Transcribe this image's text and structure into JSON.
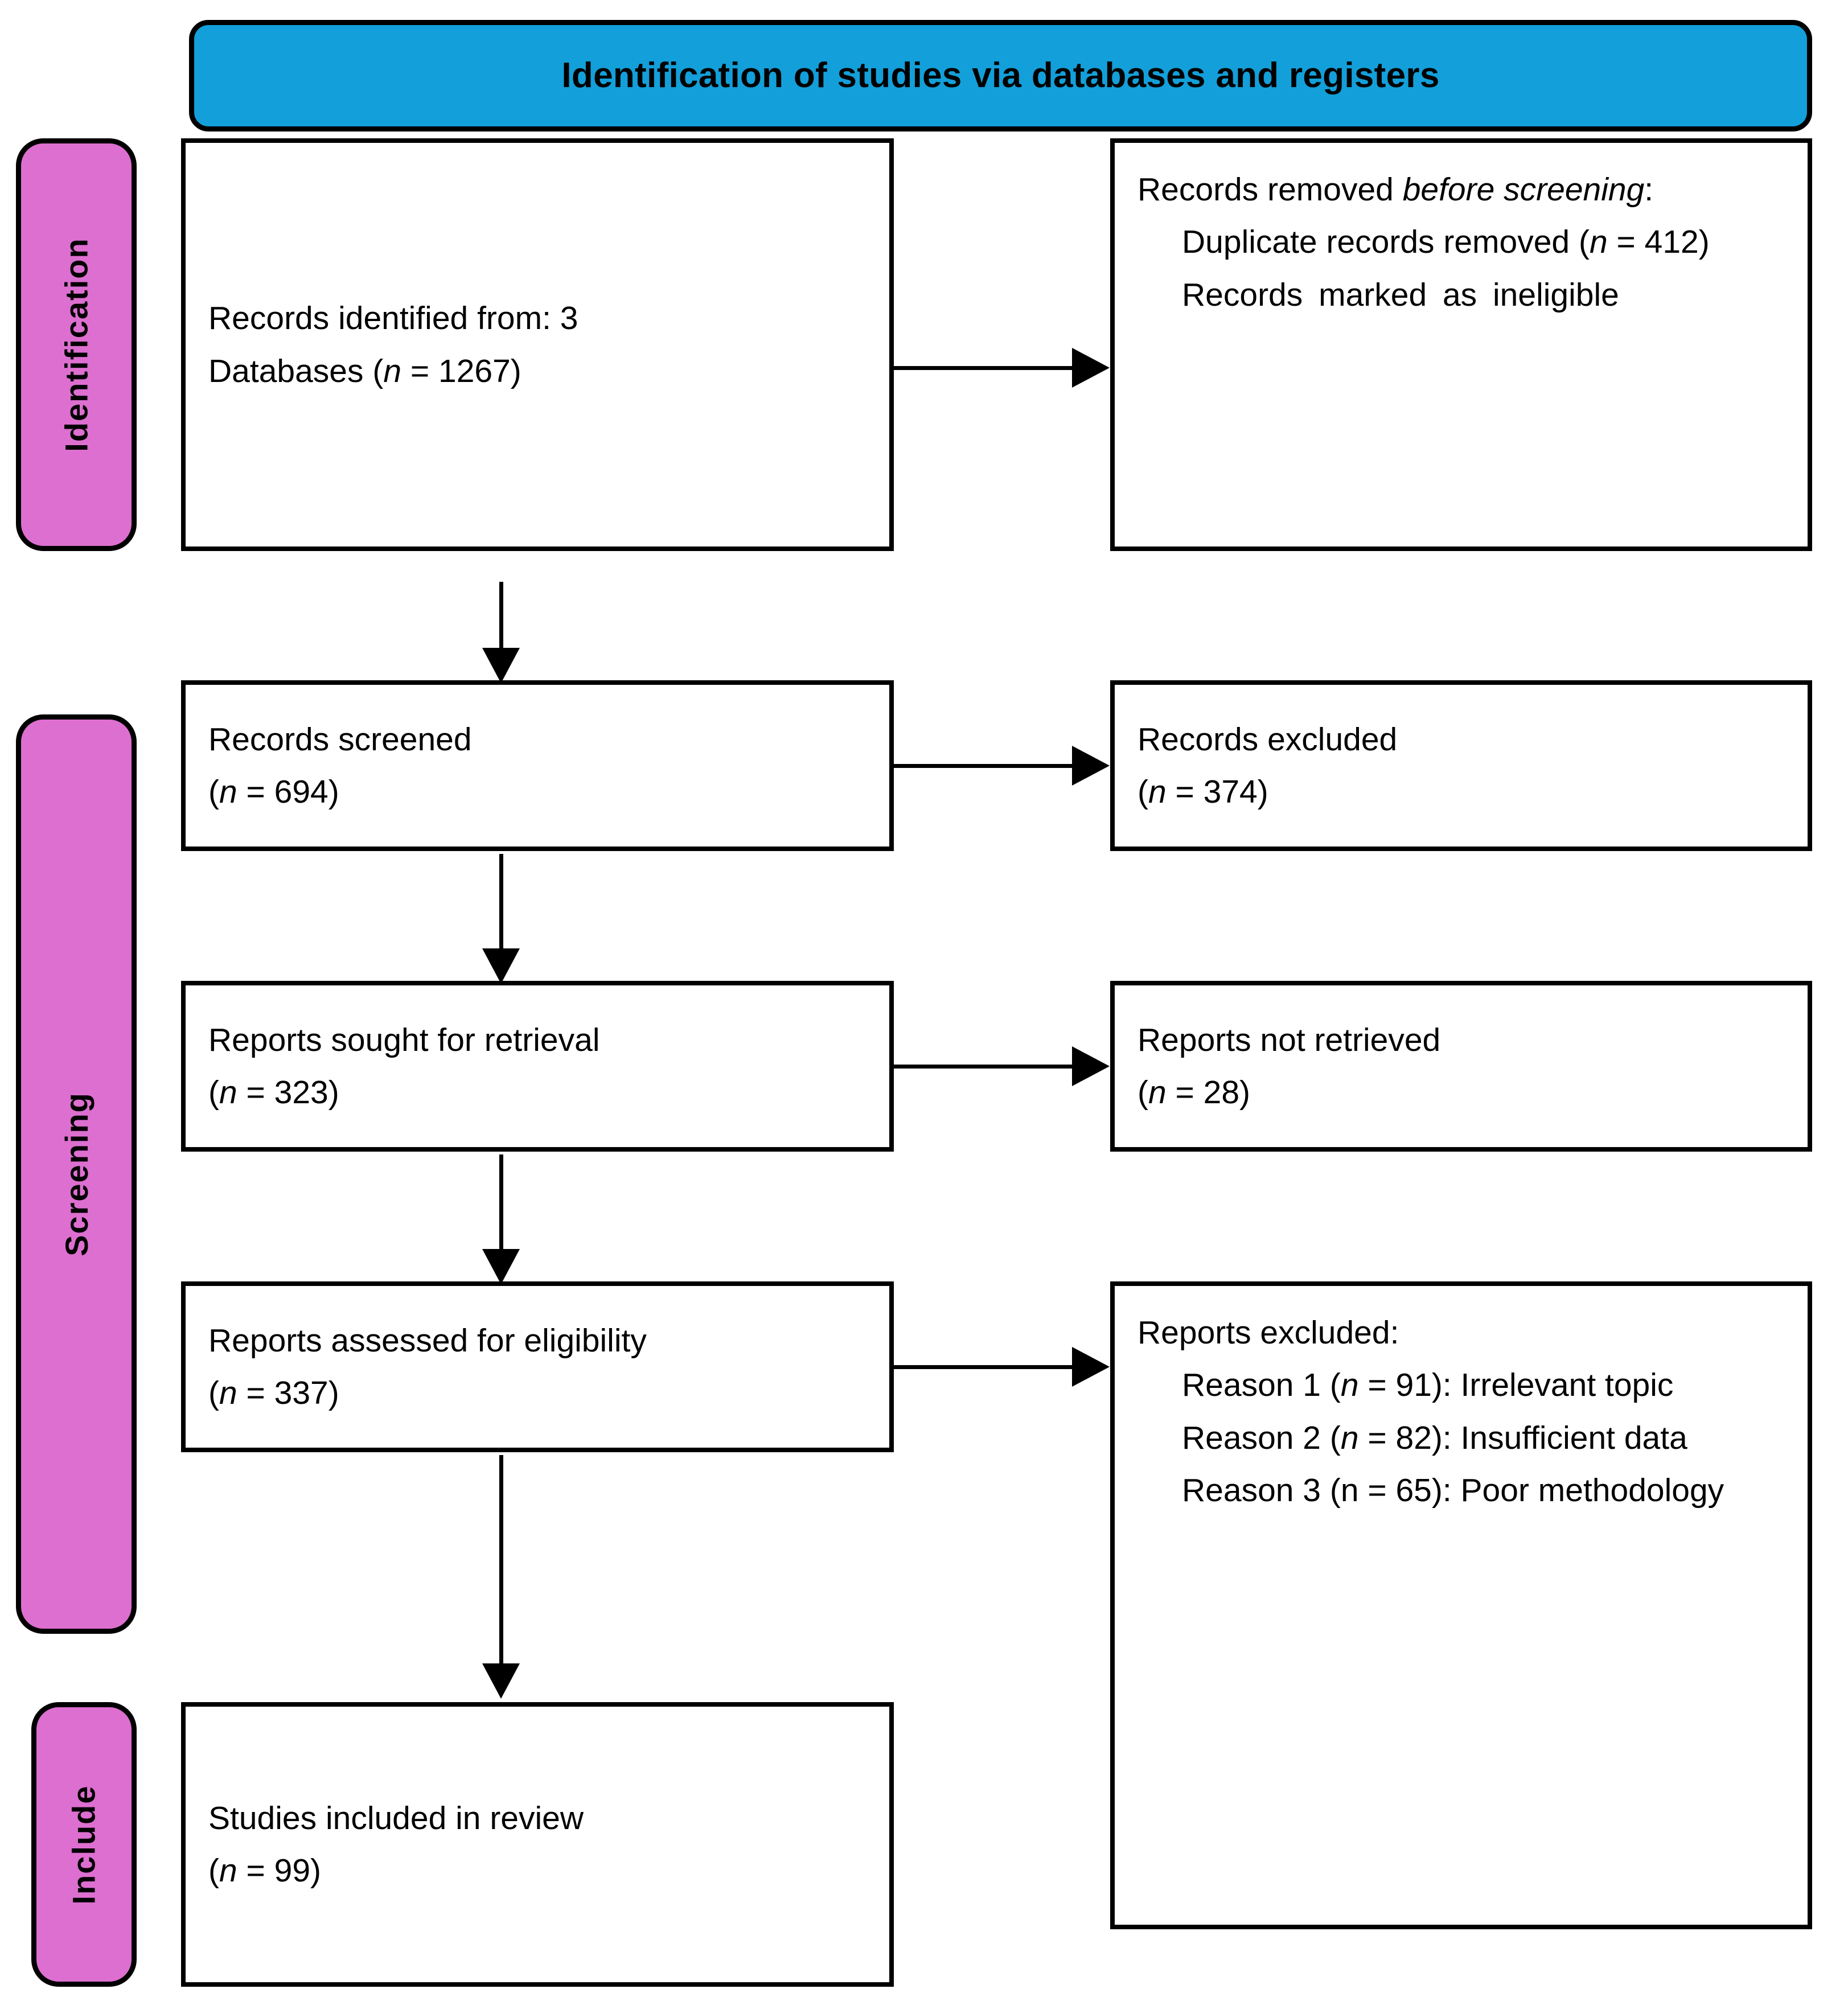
{
  "colors": {
    "banner_background": "#139FD9",
    "stage_label_background": "#DD6FD0",
    "box_border": "#000000",
    "box_background": "#FFFFFF",
    "text": "#000000"
  },
  "banner": {
    "title": "Identification of studies via databases and registers"
  },
  "stage_labels": [
    {
      "id": "identification",
      "text": "Identification"
    },
    {
      "id": "screening",
      "text": "Screening"
    },
    {
      "id": "include",
      "text": "Include"
    }
  ],
  "boxes": {
    "records_identified": {
      "line1": "Records identified from: 3",
      "line2_prefix": "Databases (",
      "line2_italic": "n",
      "line2_suffix": " = 1267)"
    },
    "records_removed": {
      "heading_prefix": "Records removed ",
      "heading_italic": "before screening",
      "heading_suffix": ":",
      "item1_prefix": "Duplicate records removed (",
      "item1_italic": "n",
      "item1_suffix": " = 412)",
      "item2": "Records marked as ineligible"
    },
    "records_screened": {
      "line1": "Records screened",
      "line2_prefix": "(",
      "line2_italic": "n",
      "line2_suffix": " = 694)"
    },
    "records_excluded": {
      "line1": "Records excluded",
      "line2_prefix": "(",
      "line2_italic": "n",
      "line2_suffix": " = 374)"
    },
    "reports_sought": {
      "line1": "Reports sought for retrieval",
      "line2_prefix": "(",
      "line2_italic": "n",
      "line2_suffix": " = 323)"
    },
    "reports_not_retrieved": {
      "line1": "Reports not retrieved",
      "line2_prefix": "(",
      "line2_italic": "n",
      "line2_suffix": " = 28)"
    },
    "reports_assessed": {
      "line1": "Reports assessed for eligibility",
      "line2_prefix": "(",
      "line2_italic": "n",
      "line2_suffix": " = 337)"
    },
    "reports_excluded": {
      "heading": "Reports excluded:",
      "reason1_prefix": "Reason 1 (",
      "reason1_italic": "n",
      "reason1_suffix": " = 91): Irrelevant topic",
      "reason2_prefix": "Reason 2 (",
      "reason2_italic": "n",
      "reason2_suffix": " = 82): Insufficient data",
      "reason3": "Reason 3 (n = 65): Poor methodology"
    },
    "studies_included": {
      "line1": "Studies included in review",
      "line2_prefix": "(",
      "line2_italic": "n",
      "line2_suffix": " = 99)"
    }
  },
  "chart_data": {
    "type": "diagram",
    "diagram_kind": "PRISMA 2020 flow diagram",
    "title": "Identification of studies via databases and registers",
    "phases": [
      {
        "label": "Identification",
        "nodes": [
          {
            "id": "records_identified",
            "text": "Records identified from: 3 Databases (n = 1267)",
            "n": 1267,
            "databases": 3
          },
          {
            "id": "records_removed",
            "text": "Records removed before screening: Duplicate records removed (n = 412); Records marked as ineligible",
            "duplicates_removed": 412
          }
        ]
      },
      {
        "label": "Screening",
        "nodes": [
          {
            "id": "records_screened",
            "text": "Records screened (n = 694)",
            "n": 694
          },
          {
            "id": "records_excluded",
            "text": "Records excluded (n = 374)",
            "n": 374
          },
          {
            "id": "reports_sought",
            "text": "Reports sought for retrieval (n = 323)",
            "n": 323
          },
          {
            "id": "reports_not_retrieved",
            "text": "Reports not retrieved (n = 28)",
            "n": 28
          },
          {
            "id": "reports_assessed",
            "text": "Reports assessed for eligibility (n = 337)",
            "n": 337
          },
          {
            "id": "reports_excluded",
            "text": "Reports excluded: Reason 1 (n = 91): Irrelevant topic; Reason 2 (n = 82): Insufficient data; Reason 3 (n = 65): Poor methodology",
            "reasons": [
              {
                "label": "Reason 1: Irrelevant topic",
                "n": 91
              },
              {
                "label": "Reason 2: Insufficient data",
                "n": 82
              },
              {
                "label": "Reason 3: Poor methodology",
                "n": 65
              }
            ]
          }
        ]
      },
      {
        "label": "Include",
        "nodes": [
          {
            "id": "studies_included",
            "text": "Studies included in review (n = 99)",
            "n": 99
          }
        ]
      }
    ],
    "edges": [
      {
        "from": "records_identified",
        "to": "records_removed",
        "direction": "right"
      },
      {
        "from": "records_identified",
        "to": "records_screened",
        "direction": "down"
      },
      {
        "from": "records_screened",
        "to": "records_excluded",
        "direction": "right"
      },
      {
        "from": "records_screened",
        "to": "reports_sought",
        "direction": "down"
      },
      {
        "from": "reports_sought",
        "to": "reports_not_retrieved",
        "direction": "right"
      },
      {
        "from": "reports_sought",
        "to": "reports_assessed",
        "direction": "down"
      },
      {
        "from": "reports_assessed",
        "to": "reports_excluded",
        "direction": "right"
      },
      {
        "from": "reports_assessed",
        "to": "studies_included",
        "direction": "down"
      }
    ]
  }
}
